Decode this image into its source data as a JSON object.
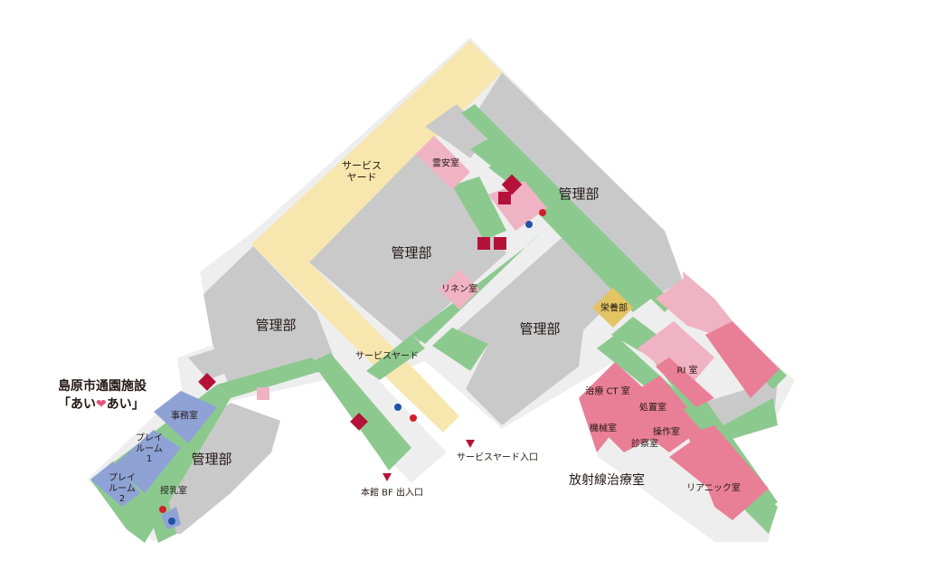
{
  "title": {
    "line1": "島原市通園施設",
    "line2_prefix": "「あい",
    "line2_suffix": "あい」"
  },
  "rooms": {
    "service_yard_top": "サービス\nヤード",
    "service_yard_mid": "サービスヤード",
    "reian": "霊安室",
    "kanri_upper_right": "管理部",
    "kanri_center": "管理部",
    "kanri_left": "管理部",
    "kanri_mid": "管理部",
    "kanri_lower_left": "管理部",
    "linen": "リネン室",
    "eiyo": "栄養部",
    "ri": "RI 室",
    "ct": "治療 CT 室",
    "shochi": "処置室",
    "kikai": "機械室",
    "sosa": "操作室",
    "shinsatsu": "診察室",
    "linac": "リアニック室",
    "houshasen": "放射線治療室",
    "jimu": "事務室",
    "play1": "プレイ\nルーム\n1",
    "play2": "プレイ\nルーム\n2",
    "junyu": "授乳室"
  },
  "entrances": {
    "service_yard_entrance": "サービスヤード入口",
    "honkan_bf": "本館 BF 出入口"
  },
  "colors": {
    "corridor": "#8cc98f",
    "admin": "#c9c9ca",
    "service_yard": "#f7e6ad",
    "pink_light": "#f0b3c4",
    "pink_dark": "#e97f97",
    "blue_room": "#8fa2d6",
    "nutrition": "#e2c463",
    "marker_red": "#b5123a",
    "heart": "#e8547a"
  },
  "icons": {
    "elevator": "elevator-icon",
    "restroom_male": "male-restroom-icon",
    "restroom_female": "female-restroom-icon",
    "accessible": "wheelchair-icon",
    "entrance_marker": "entrance-marker-icon",
    "heart": "heart-icon"
  }
}
